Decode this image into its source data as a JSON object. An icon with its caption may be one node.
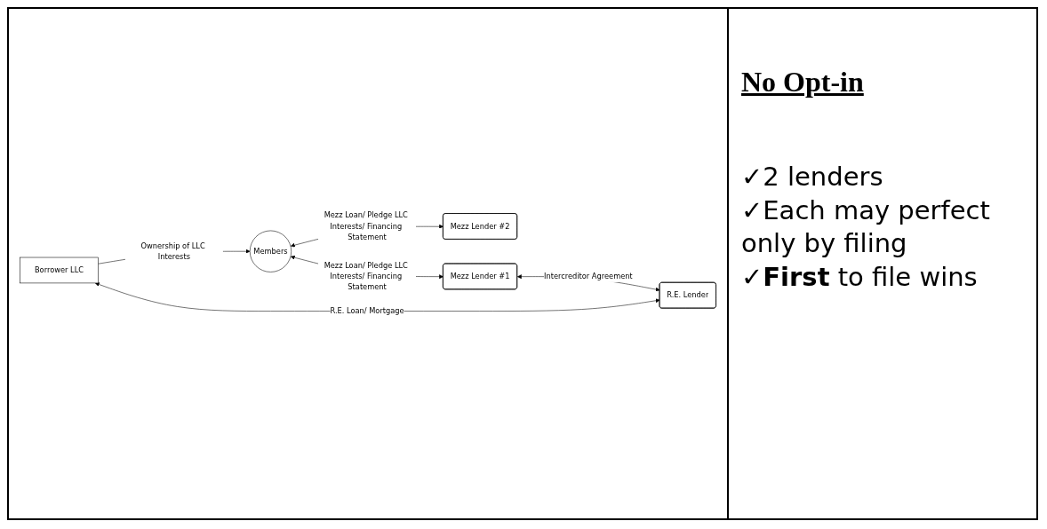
{
  "diagram": {
    "title": "No Opt-in",
    "nodes": [
      {
        "text": [
          "Mezz Lender #2"
        ]
      },
      {
        "text": [
          "Members"
        ]
      },
      {
        "text": [
          "Mezz Lender #1"
        ]
      },
      {
        "text": [
          "Borrower LLC"
        ]
      },
      {
        "text": [
          "R.E. Lender"
        ]
      }
    ],
    "edges": [
      {
        "from": 1,
        "to": 0,
        "arrow": "both",
        "label": "Mezz Loan/ Pledge LLC Interests/ Financing Statement"
      },
      {
        "from": 1,
        "to": 2,
        "arrow": "both",
        "label": "Mezz Loan/ Pledge LLC Interests/ Financing Statement"
      },
      {
        "from": 3,
        "to": 1,
        "arrow": "to",
        "label": "Ownership of LLC Interests"
      },
      {
        "from": 2,
        "to": 4,
        "arrow": "both",
        "label": "Intercreditor Agreement"
      },
      {
        "from": 3,
        "to": 4,
        "arrow": "both",
        "label": "R.E. Loan/ Mortgage"
      }
    ],
    "labels": [
      "✓2 lenders",
      "✓Each may perfect only by filing",
      "✓**First** to file wins"
    ]
  }
}
